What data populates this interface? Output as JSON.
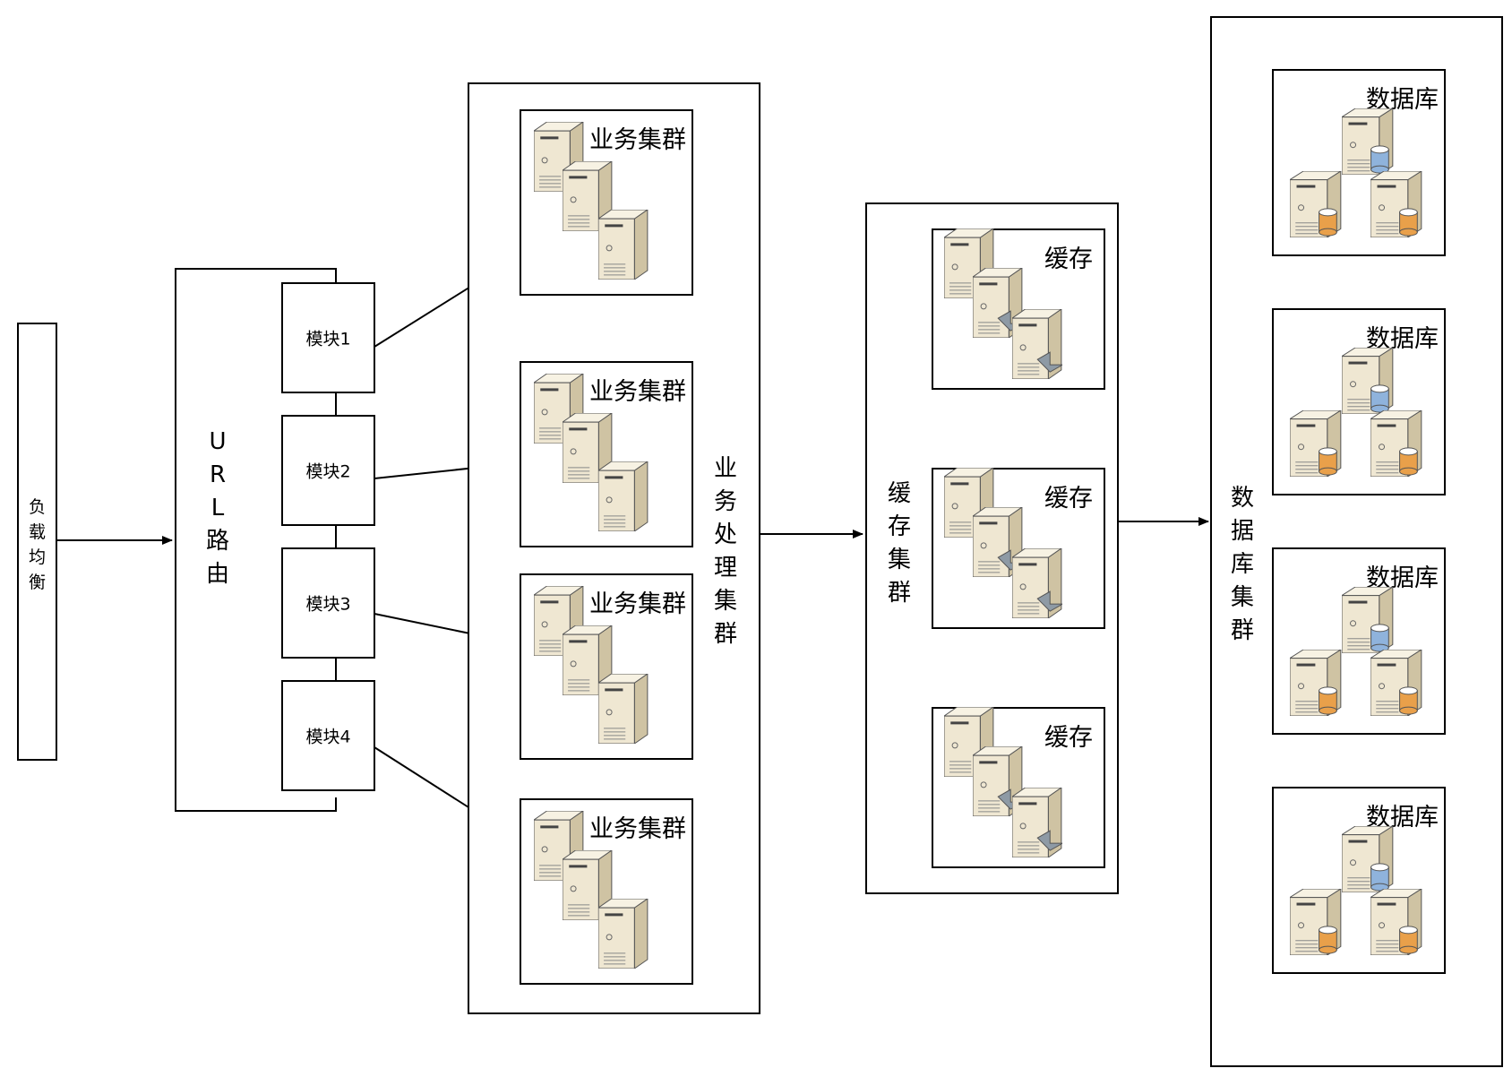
{
  "load_balancer": {
    "label": "负载均衡"
  },
  "url_router": {
    "label": "URL路由"
  },
  "modules": [
    {
      "label": "模块1"
    },
    {
      "label": "模块2"
    },
    {
      "label": "模块3"
    },
    {
      "label": "模块4"
    }
  ],
  "business_cluster": {
    "label": "业务处理集群",
    "groups": [
      {
        "label": "业务集群"
      },
      {
        "label": "业务集群"
      },
      {
        "label": "业务集群"
      },
      {
        "label": "业务集群"
      }
    ]
  },
  "cache_cluster": {
    "label": "缓存集群",
    "groups": [
      {
        "label": "缓存"
      },
      {
        "label": "缓存"
      },
      {
        "label": "缓存"
      }
    ]
  },
  "database_cluster": {
    "label": "数据库集群",
    "groups": [
      {
        "label": "数据库"
      },
      {
        "label": "数据库"
      },
      {
        "label": "数据库"
      },
      {
        "label": "数据库"
      }
    ]
  },
  "icons": {
    "server": "server-icon",
    "cache_server": "cache-server-icon",
    "db_server": "database-server-icon"
  },
  "colors": {
    "server_face": "#efe7d2",
    "server_side": "#cfc3a3",
    "db_orange": "#e9a04a",
    "db_blue": "#8fb3dc",
    "cache_gray": "#8e9aa5"
  }
}
